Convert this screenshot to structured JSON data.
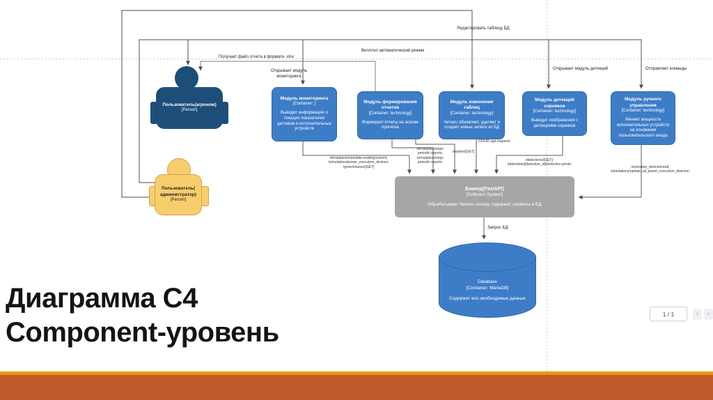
{
  "slide": {
    "title_line1": "Диаграмма C4",
    "title_line2": "Component-уровень",
    "page_indicator": "1 / 1",
    "nav_prev": "‹",
    "nav_next": "›"
  },
  "colors": {
    "module_blue": "#3D7DC8",
    "person_dark_blue": "#1D4E79",
    "person_yellow": "#F8CE6D",
    "backend_gray": "#A6A6A6",
    "footer_bar": "#C05A2B",
    "footer_stripe": "#E8970C"
  },
  "diagram": {
    "persons": [
      {
        "name": "Пользователь(агроном)",
        "type": "[Person]"
      },
      {
        "name": "Пользователь( администратор)",
        "type": "[Person]"
      }
    ],
    "modules": [
      {
        "title": "Модуль мониторинга",
        "container": "[Container: ]",
        "desc": "Выводит информацию о текущих показателях датчиков и исполнительных устройств"
      },
      {
        "title": "Модуль формирования отчетов",
        "container": "[Container: technology]",
        "desc": "Формирует отчеты на основе прогноза"
      },
      {
        "title": "Модуль изменения таблиц",
        "container": "[Container: technology]",
        "desc": "Читает, обновляет, удаляет и создает новые записи из БД"
      },
      {
        "title": "Модуль детекций сорняков",
        "container": "[Container: technology]",
        "desc": "Выводит изображения с детекциями сорняков"
      },
      {
        "title": "Модуль ручного управления",
        "container": "[Container: technology]",
        "desc": "Меняет мощности исполнительных устройств на основании пользовательского ввода"
      }
    ],
    "backend": {
      "title": "Бэкенд(FastAPI)",
      "type": "[Software System]",
      "desc": "Обрабатывает бизнес-логику, содержит сервисы и БД"
    },
    "database": {
      "title": "Database",
      "container": "[Container: MariaDB]",
      "desc": "Содержит все необходимые данные"
    },
    "edges": {
      "edit_db": "Редактировать таблицу БД",
      "auto_mode": "Вкл/откл автоматический режим",
      "xlsx": "Получает файл отчета в формате .xlsx",
      "open_monitoring": "Открывает модуль мониторинга",
      "open_detections": "Открывает модуль детекций",
      "send_commands": "Отправляет команды",
      "monitor_api": [
        "/simulations/simulate-reading/current;",
        "/simulations/power_execution_devices;",
        "/greenhouses/[GET]"
      ],
      "periodic_api": [
        "/simulations/start-",
        "periodic-reports;",
        "/simulations/stop-",
        "periodic-reports;"
      ],
      "reports_get": "/reports/[GET]",
      "crud": "CRUD-api-request",
      "detections_api": [
        "/detections/[GET];",
        "/detections/[detection_id]/detection-photo;"
      ],
      "execution_api": [
        "/execution_devices/read;",
        "/simulations/update_all_power_execution_devices/;"
      ],
      "db_query": "Запрос БД"
    }
  }
}
